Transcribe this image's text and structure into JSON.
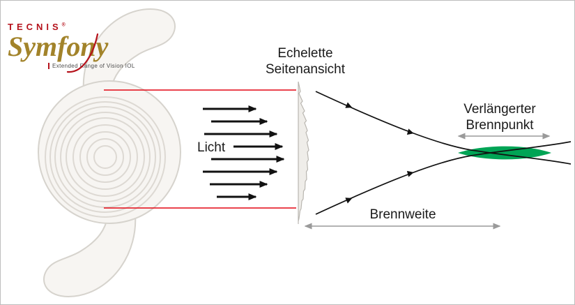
{
  "logo": {
    "brand": "TECNIS",
    "registered": "®",
    "product": "Symfony",
    "tagline": "Extended Range of Vision IOL"
  },
  "labels": {
    "light": "Licht",
    "profile_title_line1": "Echelette",
    "profile_title_line2": "Seitenansicht",
    "extended_focus_line1": "Verlängerter",
    "extended_focus_line2": "Brennpunkt",
    "focal_length": "Brennweite"
  },
  "colors": {
    "brand_red": "#b5121b",
    "product_gold": "#a2832a",
    "section_line_red": "#e30613",
    "ray_black": "#111111",
    "measure_gray": "#9a9a9a",
    "focus_green": "#00a455",
    "iol_fill": "#f7f5f2",
    "iol_stroke": "#d6d3cd"
  }
}
